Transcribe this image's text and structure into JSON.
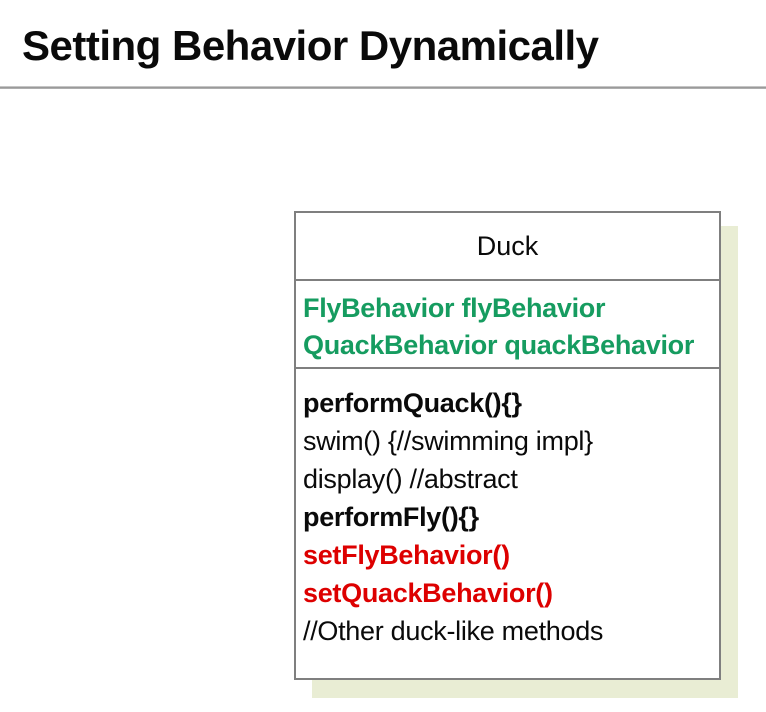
{
  "slide": {
    "title": "Setting Behavior Dynamically"
  },
  "uml_class": {
    "name": "Duck",
    "attributes": [
      {
        "text": "FlyBehavior flyBehavior"
      },
      {
        "text": "QuackBehavior quackBehavior"
      }
    ],
    "methods": [
      {
        "text": "performQuack(){}",
        "style": "bold-black"
      },
      {
        "text": "swim() {//swimming impl}",
        "style": "regular-black"
      },
      {
        "text": "display() //abstract",
        "style": "regular-black"
      },
      {
        "text": "performFly(){}",
        "style": "bold-black"
      },
      {
        "text": "setFlyBehavior()",
        "style": "bold-red"
      },
      {
        "text": "setQuackBehavior()",
        "style": "bold-red"
      },
      {
        "text": "//Other duck-like methods",
        "style": "regular-black"
      }
    ],
    "colors": {
      "attribute_green": "#169c60",
      "method_red": "#dd0000",
      "shadow": "#e9edd4",
      "border": "#7f7f7f"
    }
  }
}
